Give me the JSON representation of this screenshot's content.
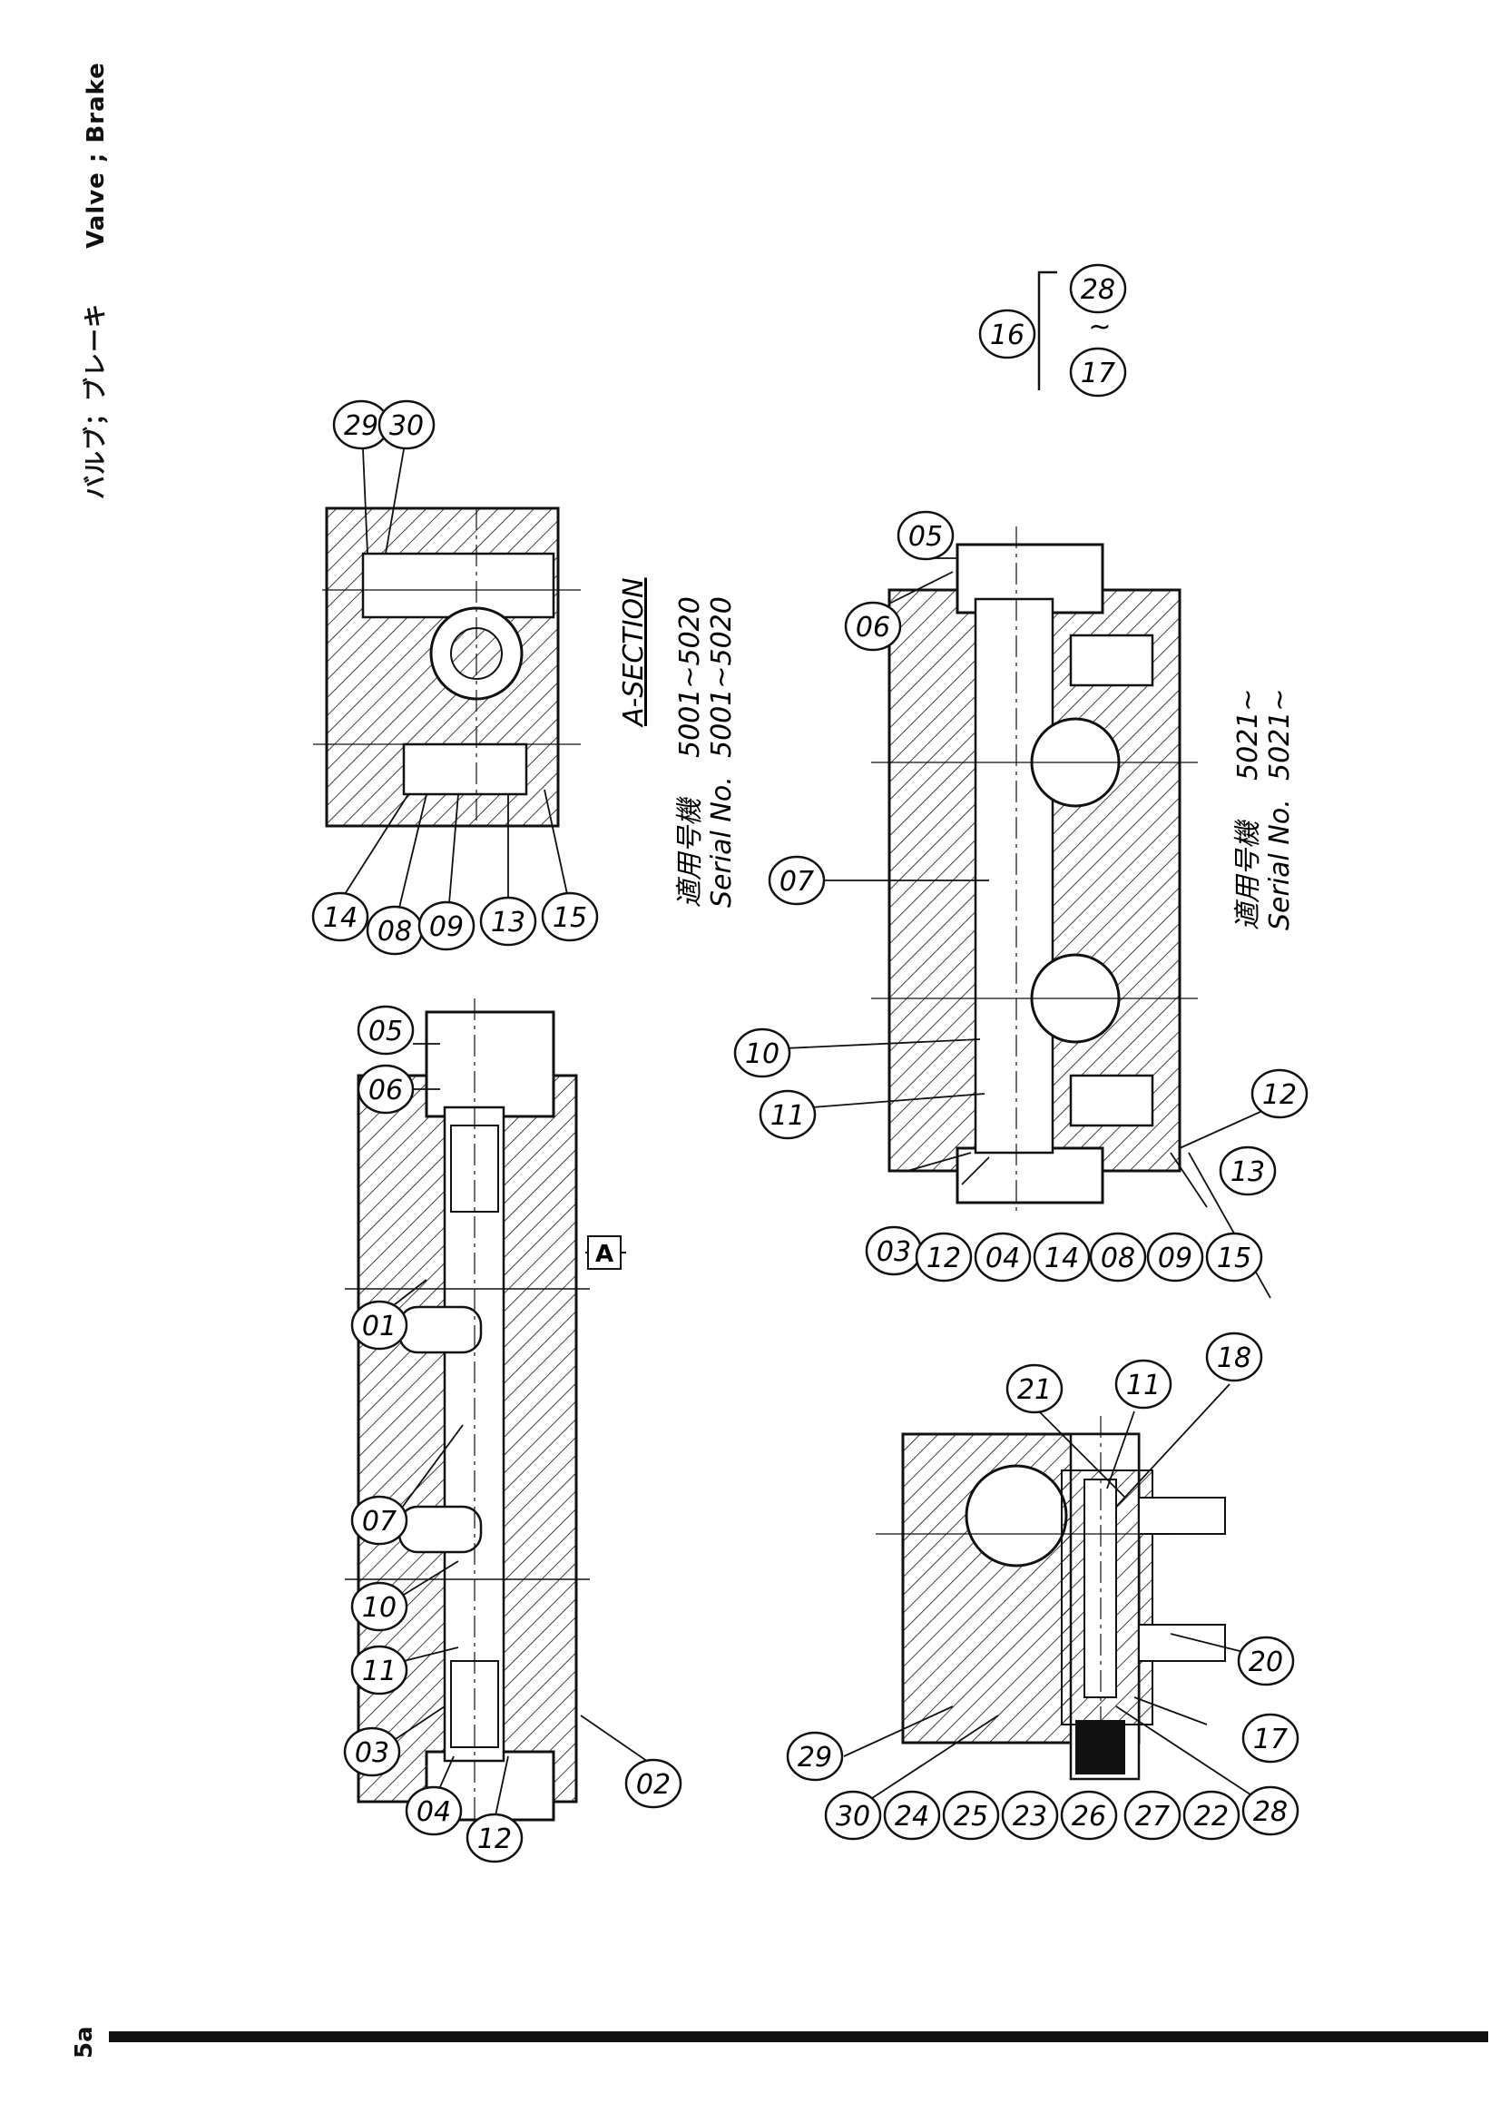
{
  "header": {
    "title_jp": "バルブ；ブレーキ",
    "title_en": "Valve ; Brake"
  },
  "page_number": "5a",
  "section_label": "A-SECTION",
  "notes": {
    "serial_1_jp": "適用号機",
    "serial_1_jp_value": "5001~5020",
    "serial_1_en": "Serial No.",
    "serial_1_en_value": "5001~5020",
    "serial_2_jp": "適用号機",
    "serial_2_jp_value": "5021~",
    "serial_2_en": "Serial No.",
    "serial_2_en_value": "5021~"
  },
  "assembly_note": {
    "parent": "16",
    "range_start": "17",
    "range_tilde": "~",
    "range_end": "28"
  },
  "section_marker": "A",
  "callouts": {
    "view1": [
      "01",
      "07",
      "10",
      "11",
      "03",
      "04",
      "12",
      "02",
      "05",
      "06"
    ],
    "view2": [
      "29",
      "30",
      "14",
      "08",
      "09",
      "13",
      "15"
    ],
    "view3": [
      "05",
      "06",
      "07",
      "10",
      "11",
      "03",
      "12",
      "04",
      "14",
      "08",
      "09",
      "15",
      "13",
      "12"
    ],
    "view4": [
      "21",
      "11",
      "18",
      "20",
      "17",
      "28",
      "22",
      "27",
      "26",
      "23",
      "25",
      "24",
      "30",
      "29"
    ]
  },
  "colors": {
    "ink": "#111111",
    "paper": "#ffffff"
  }
}
